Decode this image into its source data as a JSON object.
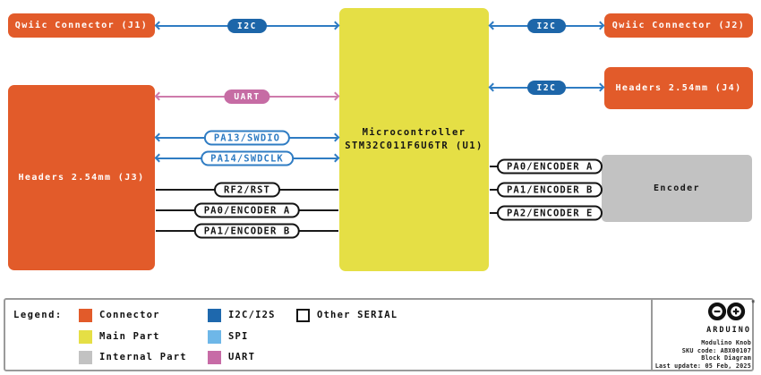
{
  "diagram": {
    "blocks": {
      "j1": {
        "label": "Qwiic Connector (J1)"
      },
      "j2": {
        "label": "Qwiic Connector (J2)"
      },
      "j3": {
        "label": "Headers 2.54mm (J3)"
      },
      "j4": {
        "label": "Headers 2.54mm (J4)"
      },
      "mcu": {
        "line1": "Microcontroller",
        "line2": "STM32C011F6U6TR (U1)"
      },
      "encoder": {
        "label": "Encoder"
      }
    },
    "connections": {
      "j1_i2c": {
        "label": "I2C"
      },
      "j3_uart": {
        "label": "UART"
      },
      "j3_swdio": {
        "label": "PA13/SWDIO"
      },
      "j3_swdclk": {
        "label": "PA14/SWDCLK"
      },
      "j3_rst": {
        "label": "RF2/RST"
      },
      "j3_enc_a": {
        "label": "PA0/ENCODER A"
      },
      "j3_enc_b": {
        "label": "PA1/ENCODER B"
      },
      "j2_i2c": {
        "label": "I2C"
      },
      "j4_i2c": {
        "label": "I2C"
      },
      "enc_a": {
        "label": "PA0/ENCODER A"
      },
      "enc_b": {
        "label": "PA1/ENCODER B"
      },
      "enc_e": {
        "label": "PA2/ENCODER E"
      }
    },
    "colors": {
      "connector_orange": "#E25B2A",
      "main_part_yellow": "#E5DF45",
      "internal_part_gray": "#C2C2C2",
      "i2c_pill_blue": "#1D66A9",
      "wire_blue": "#2F7CC3",
      "spi_light_blue": "#6EB7E8",
      "uart_pink": "#C66CA4",
      "wire_black": "#1a1a1a"
    }
  },
  "legend": {
    "title": "Legend:",
    "items": [
      {
        "label": "Connector",
        "color": "#E25B2A"
      },
      {
        "label": "Main Part",
        "color": "#E5DF45"
      },
      {
        "label": "Internal Part",
        "color": "#C2C2C2"
      },
      {
        "label": "I2C/I2S",
        "color": "#1E68AD"
      },
      {
        "label": "SPI",
        "color": "#6EB7E8"
      },
      {
        "label": "UART",
        "color": "#C76BA6"
      },
      {
        "label": "Other SERIAL",
        "color": "#FFFFFF"
      }
    ]
  },
  "footer": {
    "brand": "ARDUINO",
    "trademark": "®",
    "product": "Modulino Knob",
    "sku": "SKU code: ABX00107",
    "doc_type": "Block Diagram",
    "last_update": "Last update: 05 Feb, 2025"
  }
}
